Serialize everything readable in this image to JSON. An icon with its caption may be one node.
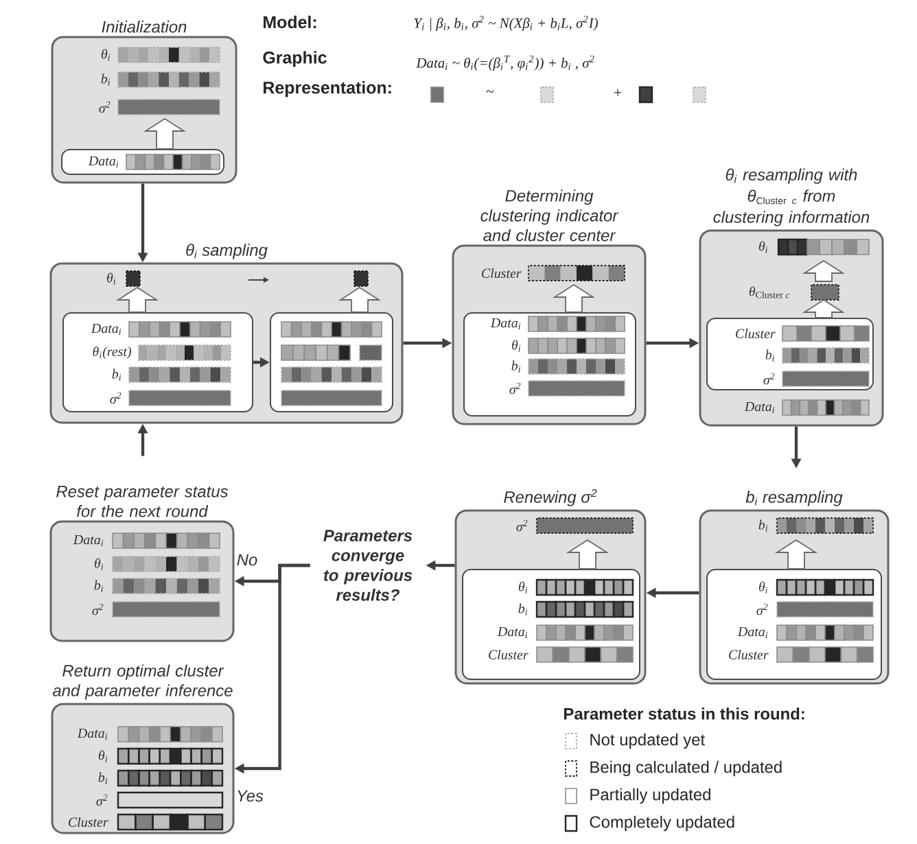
{
  "diagram": {
    "nodes": [
      {
        "text": [
          "Initialization",
          "θ$_{i}$",
          "b$_{i}$",
          "σ$^{2}$"
        ]
      },
      {
        "text": [
          "Data$_{i}$"
        ],
        "in": 0
      },
      {
        "text": [
          "θ$_{i}$ sampling",
          "θ$_{i}$"
        ]
      },
      {
        "text": [
          "Data$_{i}$",
          "θ$_{i}$(rest)",
          "b$_{i}$",
          "σ$^{2}$"
        ],
        "in": 2
      },
      {
        "text": [],
        "shape": "box",
        "in": 2
      },
      {
        "text": [
          "Determining clustering indicator and cluster center",
          "Cluster"
        ]
      },
      {
        "text": [
          "Data$_{i}$",
          "θ$_{i}$",
          "b$_{i}$",
          "σ$^{2}$"
        ],
        "in": 5
      },
      {
        "text": [
          "θ$_{i}$ resampling with",
          "\\hbox{θ}_{\\hbox{\\scriptsize\\upshape Cluster \\itshape c}}",
          "from clustering information",
          "θ$_{i}$",
          "\\hbox{θ}_{\\hbox{\\scriptsize\\upshape Cluster \\itshape c}}",
          "Data$_{i}$"
        ]
      },
      {
        "text": [
          "Cluster",
          "b$_{i}$",
          "σ$^{2}$"
        ],
        "in": 7
      },
      {
        "text": [
          "b$_{i}$ resampling",
          "b$_{i}$"
        ]
      },
      {
        "text": [
          "θ$_{i}$",
          "σ$^{2}$",
          "Data$_{i}$",
          "Cluster"
        ],
        "in": 9
      },
      {
        "text": [
          "Renewing σ$^{2}$",
          "σ$^{2}$"
        ]
      },
      {
        "text": [
          "θ$_{i}$",
          "b$_{i}$",
          "Data$_{i}$",
          "Cluster"
        ],
        "in": 11
      },
      {
        "text": [
          "Parameters converge to previous results?"
        ]
      },
      {
        "text": [
          "Reset parameter status for the next round",
          "Data$_{i}$",
          "θ$_{i}$",
          "b$_{i}$",
          "σ$^{2}$"
        ]
      },
      {
        "text": [
          "Return optimal cluster and parameter inference",
          "Data$_{i}$",
          "θ$_{i}$",
          "b$_{i}$",
          "σ$^{2}$",
          "Cluster"
        ]
      }
    ],
    "edges": [
      {
        "from": 0,
        "to": 2,
        "arrow": "to"
      },
      {
        "from": 3,
        "to": 4,
        "arrow": "to"
      },
      {
        "from": 2,
        "to": 5,
        "arrow": "to"
      },
      {
        "from": 5,
        "to": 7,
        "arrow": "to"
      },
      {
        "from": 7,
        "to": 9,
        "arrow": "to"
      },
      {
        "from": 9,
        "to": 11,
        "arrow": "to"
      },
      {
        "from": 11,
        "to": 13,
        "arrow": "to"
      },
      {
        "from": 13,
        "to": 14,
        "arrow": "to",
        "label": "No"
      },
      {
        "from": 13,
        "to": 15,
        "arrow": "to",
        "label": "Yes"
      },
      {
        "from": 14,
        "to": 2,
        "arrow": "to"
      },
      {
        "from": 1,
        "to": null,
        "arrow": "to"
      },
      {
        "from": 3,
        "to": null,
        "arrow": "to"
      },
      {
        "from": 4,
        "to": null,
        "arrow": "to"
      },
      {
        "from": 6,
        "to": null,
        "arrow": "to"
      },
      {
        "from": 8,
        "to": null,
        "arrow": "to"
      },
      {
        "from": 10,
        "to": null,
        "arrow": "to"
      },
      {
        "from": 12,
        "to": null,
        "arrow": "to"
      }
    ],
    "labels": [
      "Model:",
      "Y$_{i}$ | β$_{i}$, b$_{i}$, σ$^{2}$ ~ N(Xβ$_{i}$ + b$_{i}$L, σ$^{2}$I)",
      "Graphic Representation:",
      "Data$_{i}$ ~ θ$_{i}$(=(β$_{i}$$^{T}$, φ$_{i}$$^{2}$)) + b$_{i}$ , σ$^{2}$",
      "~",
      "+",
      "Parameter status in this round:"
    ],
    "legend": [
      {
        "text": "Not updated yet"
      },
      {
        "text": "Being calculated / updated"
      },
      {
        "text": "Partially updated"
      },
      {
        "text": "Completely updated"
      }
    ]
  }
}
